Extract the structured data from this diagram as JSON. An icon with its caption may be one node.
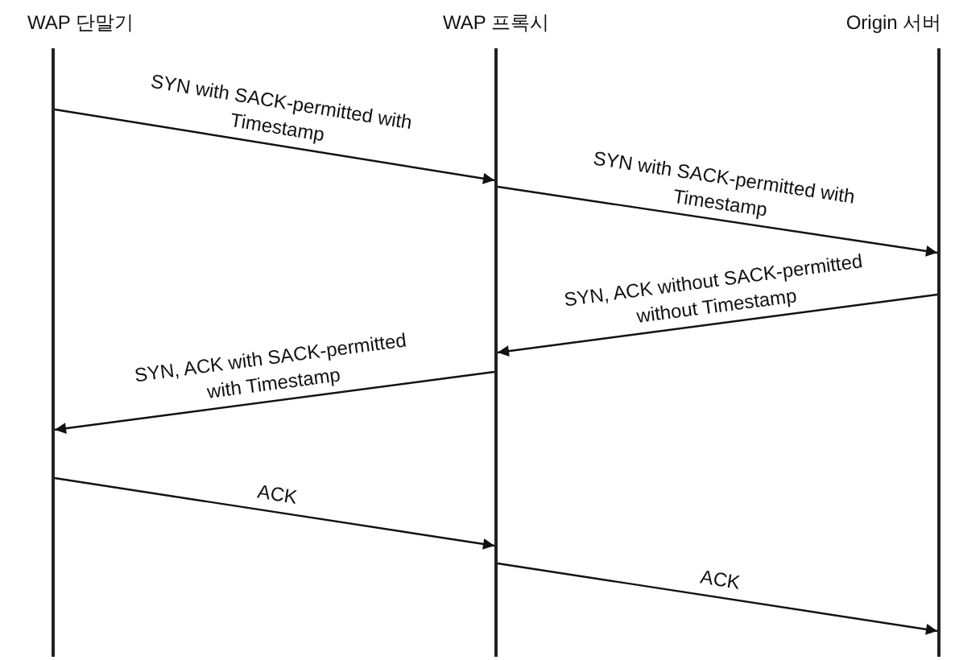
{
  "diagram": {
    "nodes": [
      {
        "text": [
          "WAP 단말기"
        ]
      },
      {
        "text": [
          "WAP 프록시"
        ]
      },
      {
        "text": [
          "Origin 서버"
        ]
      }
    ],
    "edges": [
      {
        "from": 0,
        "to": 1,
        "arrow": "to",
        "label": "SYN with SACK-permitted with Timestamp"
      },
      {
        "from": 1,
        "to": 2,
        "arrow": "to",
        "label": "SYN with SACK-permitted with Timestamp"
      },
      {
        "from": 2,
        "to": 1,
        "arrow": "to",
        "label": "SYN, ACK without SACK-permitted without Timestamp"
      },
      {
        "from": 1,
        "to": 0,
        "arrow": "to",
        "label": "SYN, ACK with SACK-permitted with Timestamp"
      },
      {
        "from": 0,
        "to": 1,
        "arrow": "to",
        "label": "ACK"
      },
      {
        "from": 1,
        "to": 2,
        "arrow": "to",
        "label": "ACK"
      }
    ]
  }
}
